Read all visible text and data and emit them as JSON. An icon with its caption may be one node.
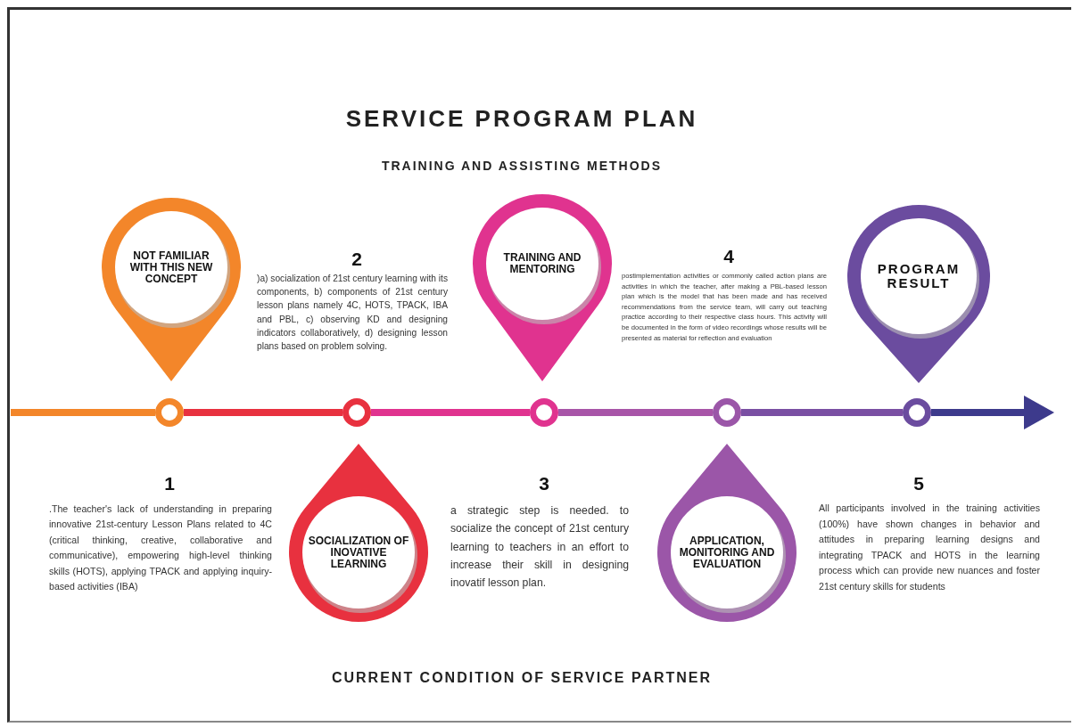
{
  "diagram": {
    "title": "SERVICE PROGRAM PLAN",
    "nodes": [
      {
        "text": [
          "NOT FAMILIAR WITH THIS NEW CONCEPT"
        ]
      },
      {
        "text": [
          "SOCIALIZATION OF INOVATIVE LEARNING"
        ]
      },
      {
        "text": [
          "TRAINING AND MENTORING"
        ]
      },
      {
        "text": [
          "APPLICATION, MONITORING AND EVALUATION"
        ]
      },
      {
        "text": [
          "PROGRAM RESULT"
        ]
      },
      {
        "text": [],
        "shape": "circle"
      },
      {
        "text": [],
        "shape": "circle"
      },
      {
        "text": [],
        "shape": "circle"
      },
      {
        "text": [],
        "shape": "circle"
      },
      {
        "text": [],
        "shape": "circle"
      }
    ],
    "edges": [
      {
        "from": null,
        "to": 5,
        "arrow": "none",
        "color": "#f3862a"
      },
      {
        "from": 5,
        "to": 6,
        "arrow": "none",
        "color": "#e8313f"
      },
      {
        "from": 6,
        "to": 7,
        "arrow": "none",
        "color": "#e0338f"
      },
      {
        "from": 7,
        "to": 8,
        "arrow": "none",
        "color": "#a855a8"
      },
      {
        "from": 8,
        "to": 9,
        "arrow": "none",
        "color": "#7a4fa3"
      },
      {
        "from": 9,
        "to": null,
        "arrow": "to",
        "color": "#3d3a8c"
      }
    ],
    "labels": [
      "TRAINING AND ASSISTING METHODS",
      "2",
      ")a) socialization of 21st century learning with its components, b) components of 21st century lesson plans namely 4C, HOTS, TPACK, IBA and PBL, c) observing KD and designing indicators collaboratively, d) designing lesson plans based on problem solving.",
      "4",
      "postimplementation activities or commonly called action plans are activities in which the teacher, after making a PBL-based lesson plan which is the model that has been made and has received recommendations from the service team, will carry out teaching practice according to their respective class hours. This activity will be documented in the form of video recordings whose results will be presented as material for reflection and evaluation",
      "1",
      ".The teacher's lack of understanding in preparing innovative 21st-century Lesson Plans related to 4C (critical thinking, creative, collaborative and communicative), empowering high-level thinking skills (HOTS), applying TPACK and applying inquiry-based activities (IBA)",
      "3",
      "a strategic step is needed. to socialize the concept of 21st century learning to teachers in an effort to increase their skill in designing inovatif lesson plan.",
      "5",
      "All participants involved in the training activities (100%) have shown changes in behavior and attitudes in preparing learning designs and integrating TPACK and HOTS in the learning process which can provide new nuances and foster 21st century skills for students",
      "CURRENT CONDITION OF SERVICE PARTNER"
    ]
  }
}
